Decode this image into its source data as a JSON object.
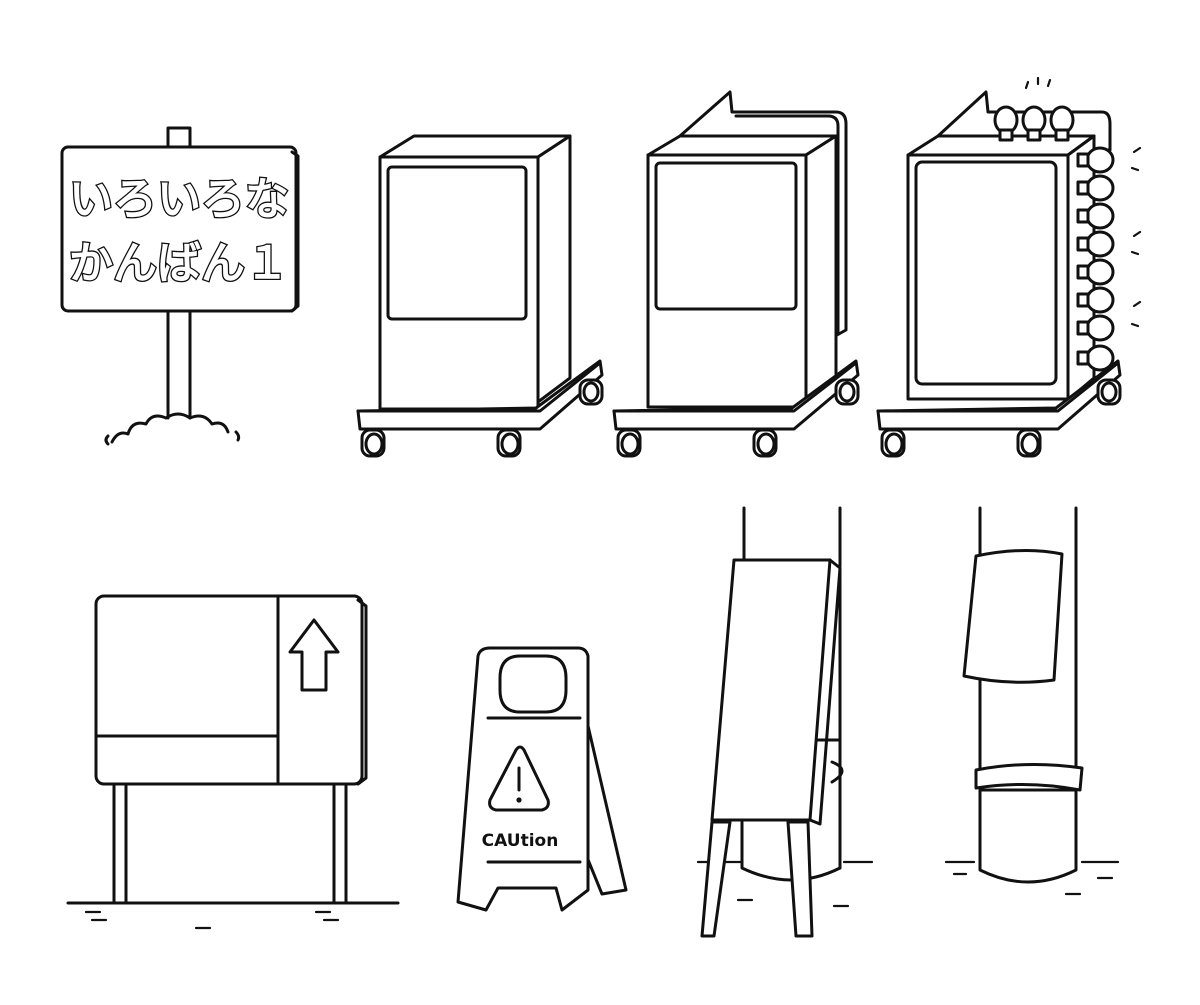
{
  "illustration": {
    "signboard_line1": "いろいろな",
    "signboard_line2": "かんばん１",
    "caution_label": "CAUtion"
  },
  "colors": {
    "ink": "#111111",
    "background": "#ffffff"
  }
}
